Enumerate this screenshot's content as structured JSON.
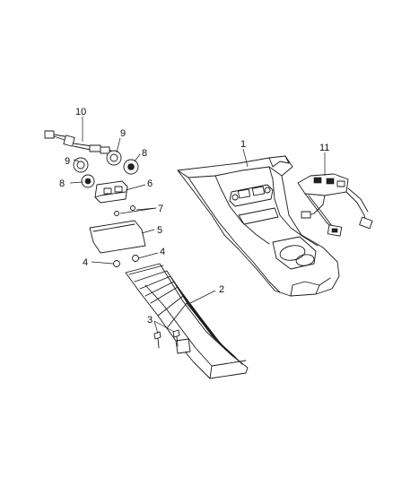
{
  "callouts": {
    "c1": "1",
    "c2": "2",
    "c3": "3",
    "c4a": "4",
    "c4b": "4",
    "c5": "5",
    "c6": "6",
    "c7": "7",
    "c8a": "8",
    "c8b": "8",
    "c9a": "9",
    "c9b": "9",
    "c10": "10",
    "c11": "11"
  }
}
